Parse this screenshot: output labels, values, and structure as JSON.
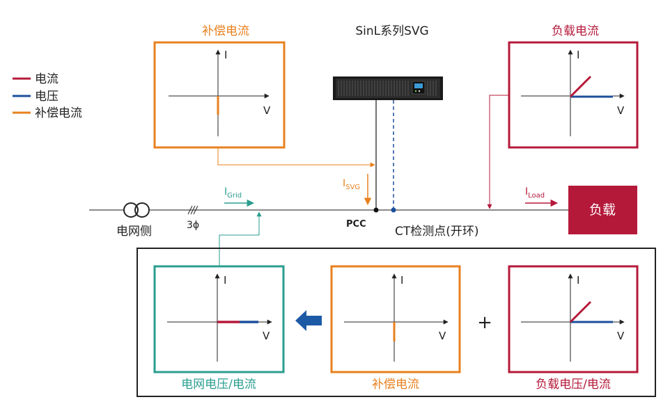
{
  "title": "SinL系列SVG",
  "legend": [
    {
      "label": "电流",
      "color": "#b5193a"
    },
    {
      "label": "电压",
      "color": "#1c4f9c"
    },
    {
      "label": "补偿电流",
      "color": "#e8801e"
    }
  ],
  "panels": {
    "top_left_title": "补偿电流",
    "top_right_title": "负载电流",
    "bottom_left_title": "电网电压/电流",
    "bottom_mid_title": "补偿电流",
    "bottom_right_title": "负载电压/电流"
  },
  "axes": {
    "y": "I",
    "x": "V"
  },
  "labels": {
    "grid_side": "电网侧",
    "three_phase": "3ϕ",
    "pcc": "PCC",
    "ct_point": "CT检测点(开环)",
    "load_box": "负载",
    "plus": "+",
    "i_grid_main": "I",
    "i_grid_sub": "Grid",
    "i_svg_main": "I",
    "i_svg_sub": "SVG",
    "i_load_main": "I",
    "i_load_sub": "Load"
  },
  "colors": {
    "current": "#b5193a",
    "voltage": "#1c4f9c",
    "compensation": "#e8801e",
    "grid": "#2a9d8f",
    "load_fill": "#b5193a",
    "arrow_blue": "#1c5aa6"
  }
}
